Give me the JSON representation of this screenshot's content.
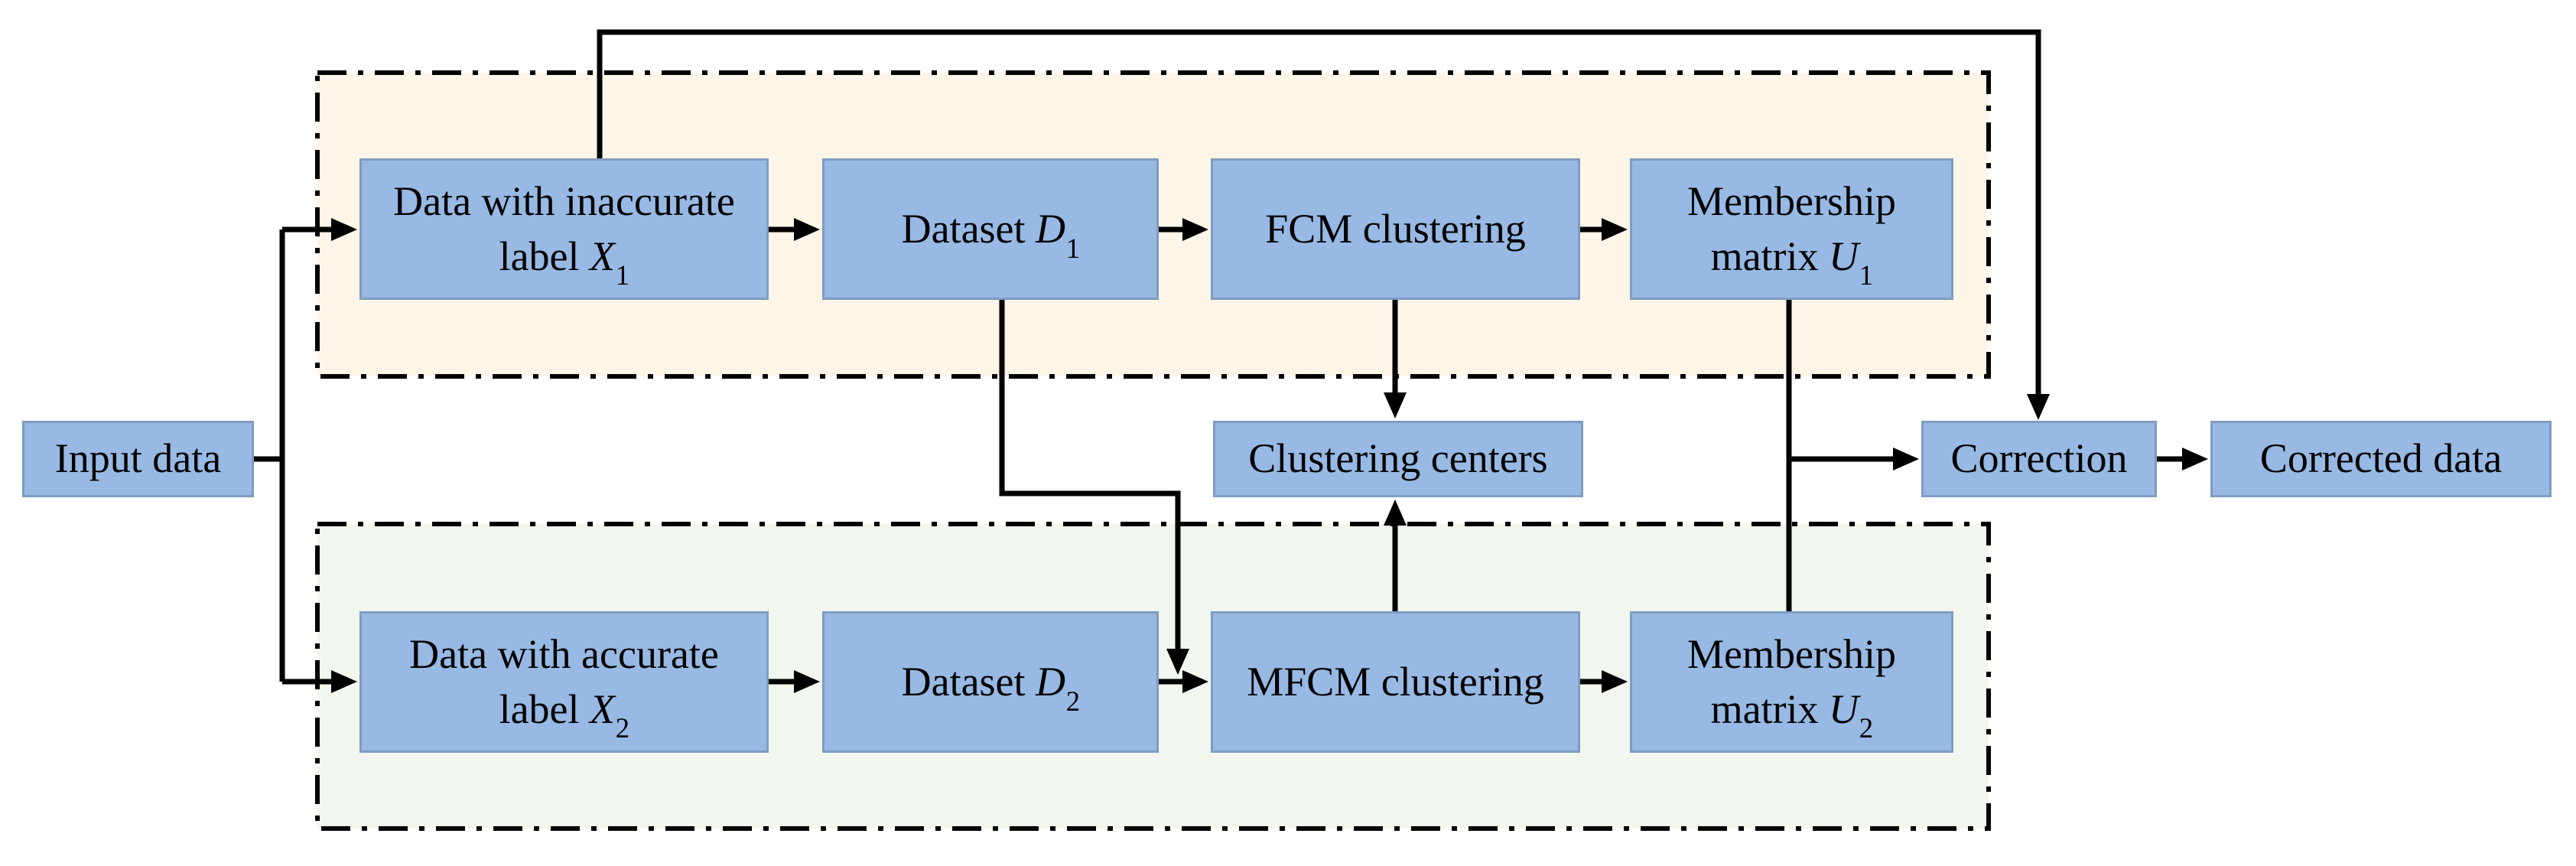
{
  "colors": {
    "box_fill": "#97b9e4",
    "box_border": "#7f9cc0",
    "group_inaccurate_fill": "#fdf6e8",
    "group_accurate_fill": "#f1f6ee",
    "line_color": "#000000"
  },
  "diagram": {
    "input": {
      "label": "Input data"
    },
    "inaccurate_branch": {
      "data_box": {
        "line1": "Data with inaccurate",
        "line2": "label ",
        "var": "X",
        "sub": "1"
      },
      "dataset": {
        "prefix": "Dataset ",
        "var": "D",
        "sub": "1"
      },
      "clustering": {
        "label": "FCM clustering"
      },
      "membership": {
        "line1": "Membership",
        "line2": "matrix ",
        "var": "U",
        "sub": "1"
      }
    },
    "accurate_branch": {
      "data_box": {
        "line1": "Data with accurate",
        "line2": "label ",
        "var": "X",
        "sub": "2"
      },
      "dataset": {
        "prefix": "Dataset ",
        "var": "D",
        "sub": "2"
      },
      "clustering": {
        "label": "MFCM clustering"
      },
      "membership": {
        "line1": "Membership",
        "line2": "matrix ",
        "var": "U",
        "sub": "2"
      }
    },
    "clustering_centers": {
      "label": "Clustering centers"
    },
    "correction": {
      "label": "Correction"
    },
    "corrected_data": {
      "label": "Corrected data"
    }
  }
}
